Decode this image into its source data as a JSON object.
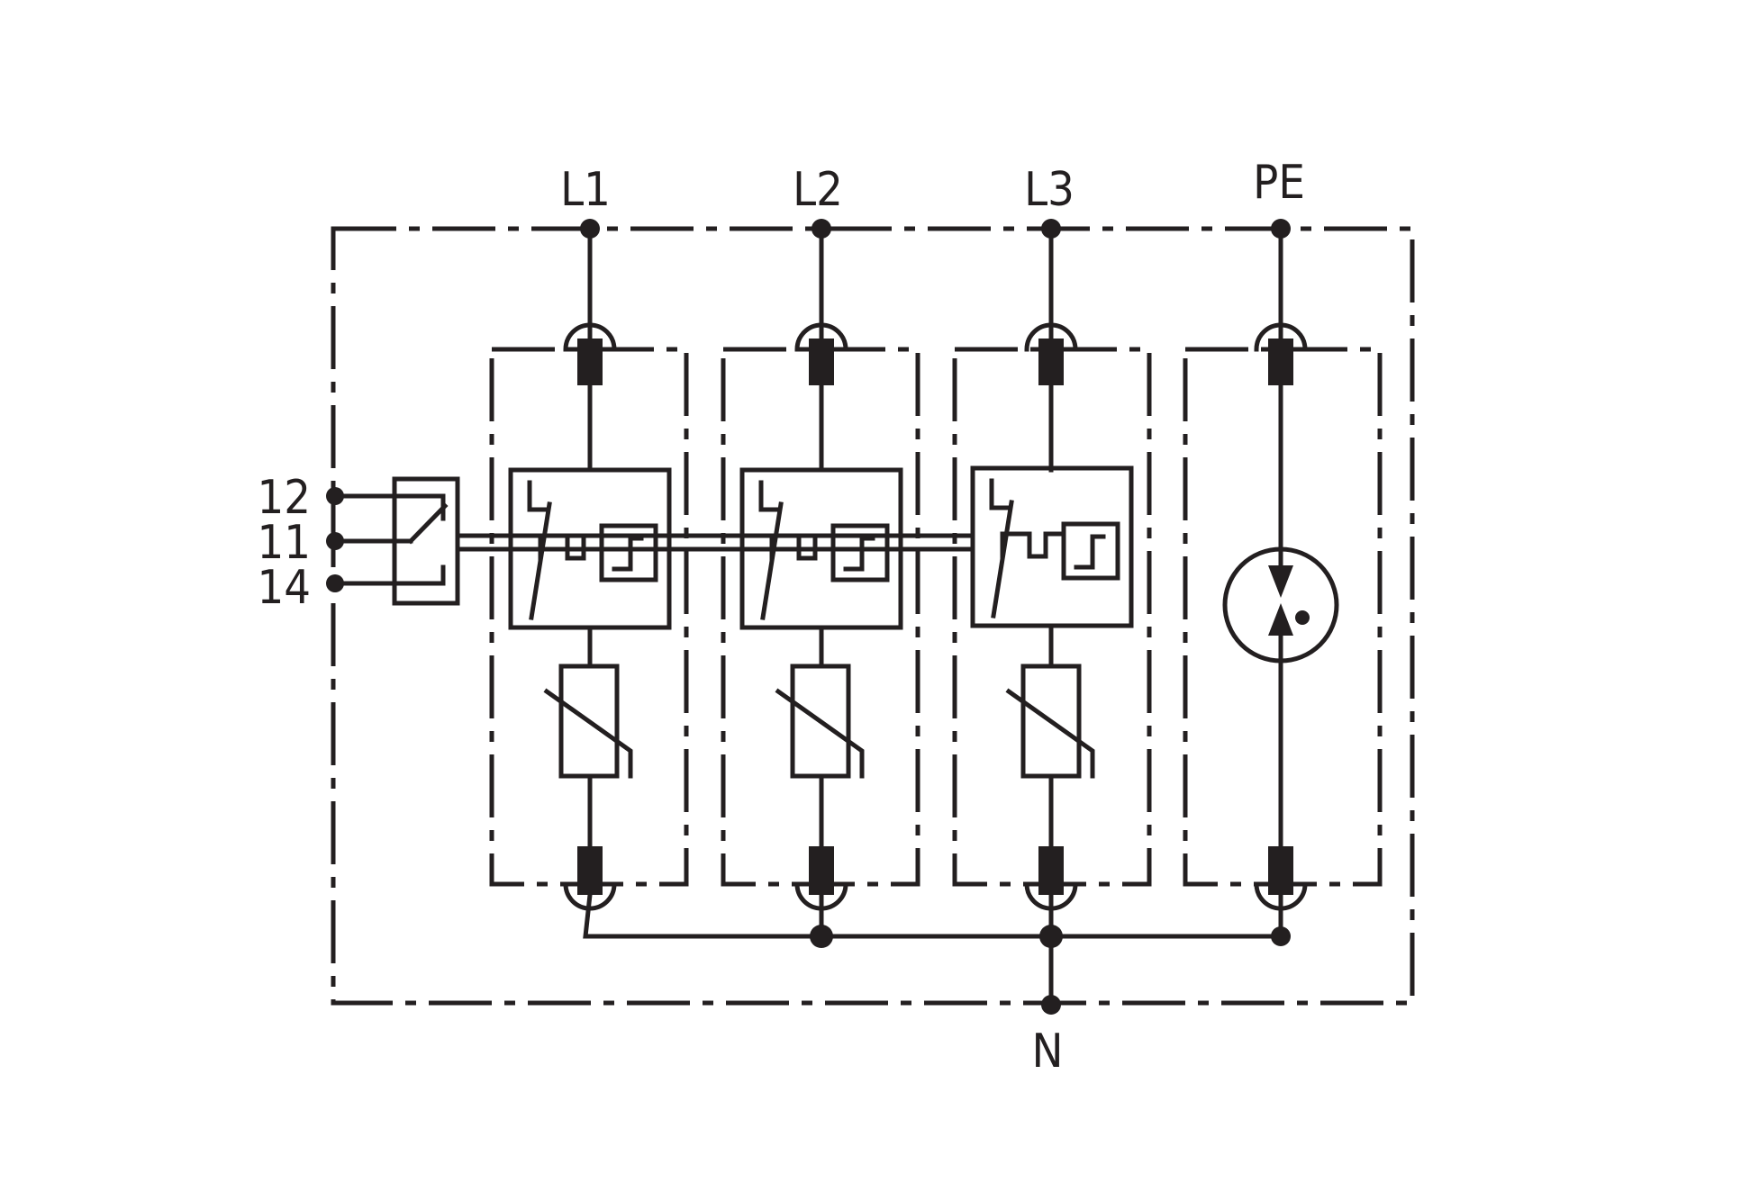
{
  "terminals": {
    "top": [
      "L1",
      "L2",
      "L3",
      "PE"
    ],
    "bottom": "N",
    "aux": [
      "12",
      "11",
      "14"
    ]
  },
  "colors": {
    "ink": "#231f20",
    "background": "#ffffff"
  }
}
